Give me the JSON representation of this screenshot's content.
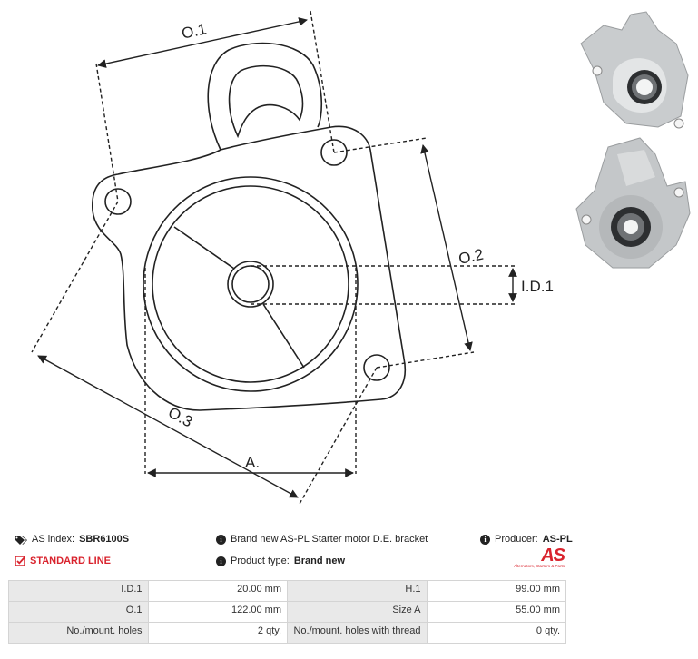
{
  "diagram": {
    "labels": {
      "o1": "O.1",
      "o2": "O.2",
      "o3": "O.3",
      "id1": "I.D.1",
      "a": "A."
    }
  },
  "photos": [
    {
      "name": "bracket-photo-front"
    },
    {
      "name": "bracket-photo-back"
    }
  ],
  "info": {
    "as_index_label": "AS index:",
    "as_index_value": "SBR6100S",
    "description": "Brand new AS-PL Starter motor D.E. bracket",
    "producer_label": "Producer:",
    "producer_value": "AS-PL",
    "line_label": "STANDARD LINE",
    "product_type_label": "Product type:",
    "product_type_value": "Brand new"
  },
  "logo": {
    "mark": "AS",
    "tagline": "Alternators, Starters & Parts"
  },
  "params": [
    {
      "k1": "I.D.1",
      "v1": "20.00 mm",
      "k2": "H.1",
      "v2": "99.00 mm"
    },
    {
      "k1": "O.1",
      "v1": "122.00 mm",
      "k2": "Size A",
      "v2": "55.00 mm"
    },
    {
      "k1": "No./mount. holes",
      "v1": "2 qty.",
      "k2": "No./mount. holes with thread",
      "v2": "0 qty."
    }
  ],
  "colors": {
    "accent_red": "#d9232d",
    "table_key_bg": "#e9e9e9",
    "line": "#222222"
  }
}
